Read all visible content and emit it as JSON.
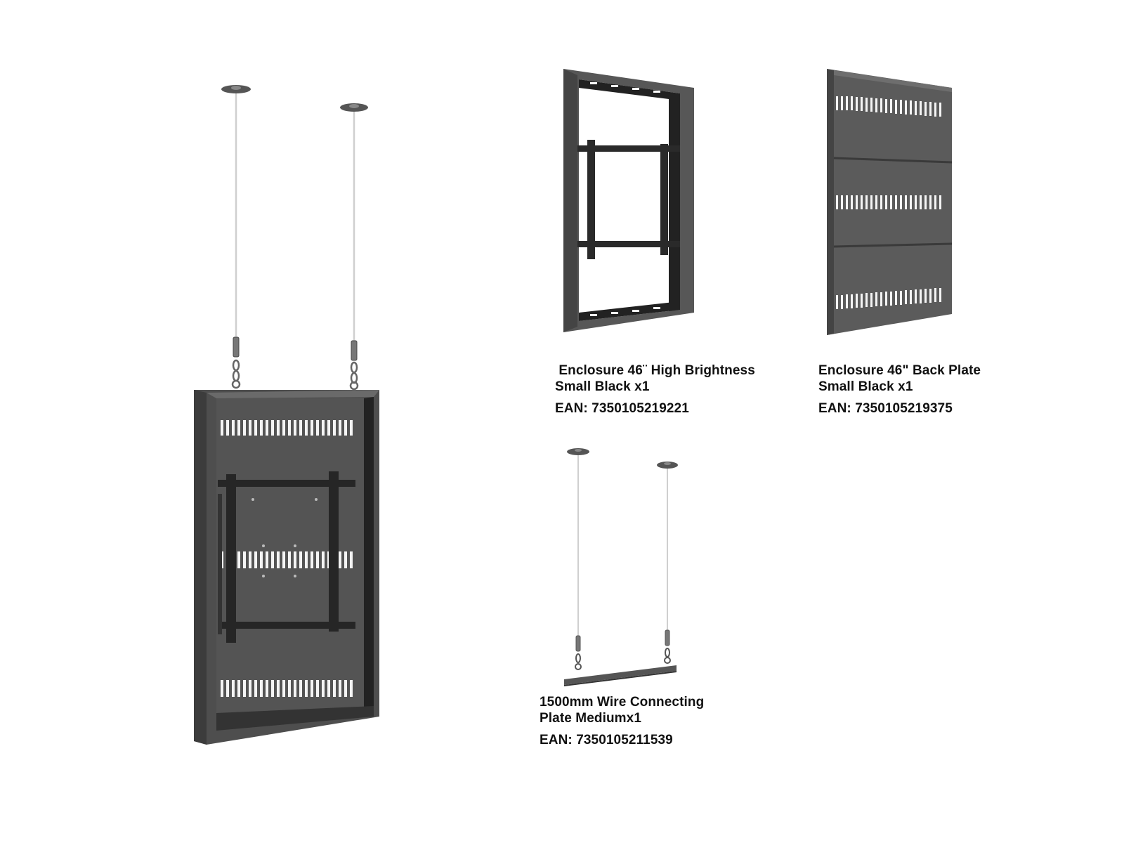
{
  "products": [
    {
      "line1": " Enclosure 46¨ High Brightness",
      "line2": "Small Black x1",
      "ean": "EAN: 7350105219221"
    },
    {
      "line1": "Enclosure 46\" Back Plate",
      "line2": "Small Black x1",
      "ean": "EAN: 7350105219375"
    },
    {
      "line1": "1500mm Wire Connecting",
      "line2": "Plate Mediumx1",
      "ean": "EAN: 7350105211539"
    }
  ],
  "colors": {
    "metal": "#5a5a5a",
    "metal_dark": "#3a3a3a",
    "metal_light": "#7a7a7a",
    "black": "#1e1e1e",
    "wire": "#cfcfcf"
  }
}
